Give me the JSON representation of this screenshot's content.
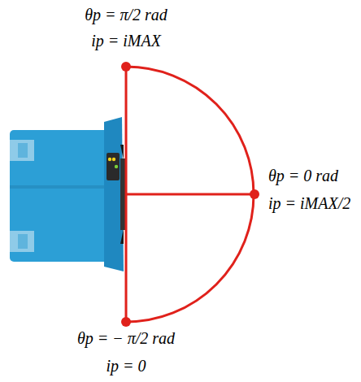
{
  "diagram": {
    "labels": [
      "θp = π/2 rad",
      "ip = iMAX",
      "θp = 0 rad",
      "ip = iMAX/2",
      "θp = − π/2 rad",
      "ip = 0"
    ]
  }
}
